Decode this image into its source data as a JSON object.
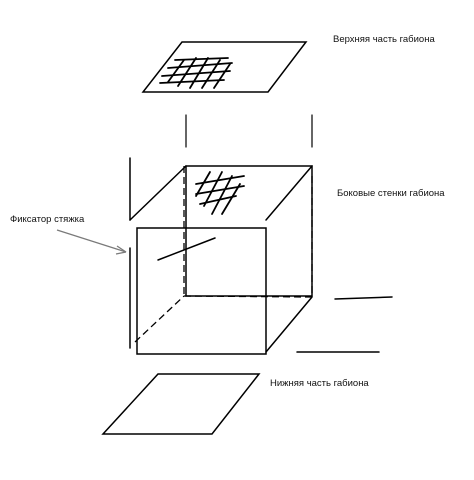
{
  "labels": {
    "top": "Верхняя часть габиона",
    "sides": "Боковые стенки габиона",
    "bottom": "Нижняя часть габиона",
    "fixator": "Фиксатор стяжка"
  },
  "colors": {
    "ink": "#000000",
    "arrow": "#7a7a7a",
    "background": "#ffffff"
  }
}
